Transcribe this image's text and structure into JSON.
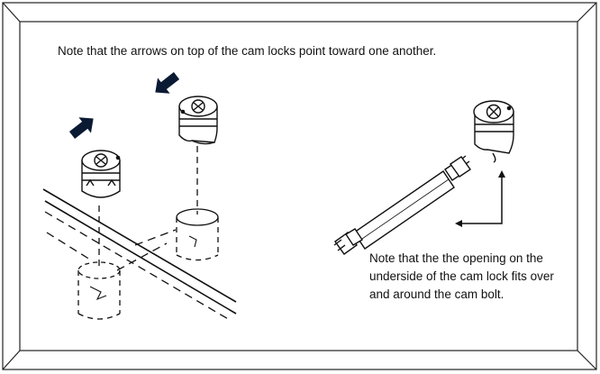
{
  "notes": {
    "arrows_note": "Note that the arrows on top of the cam locks point toward one another.",
    "opening_note_lines": [
      "Note that the the opening on the",
      "underside of the cam lock fits over",
      "and around the cam bolt."
    ]
  },
  "colors": {
    "frame_border": "#222222",
    "line_art": "#111111",
    "direction_arrow_fill": "#0a1a33",
    "background": "#ffffff"
  },
  "icons": {
    "direction_arrows": [
      "arrow-up-right-icon",
      "arrow-down-left-icon"
    ],
    "pointer_arrow": "elbow-arrow-icon"
  }
}
